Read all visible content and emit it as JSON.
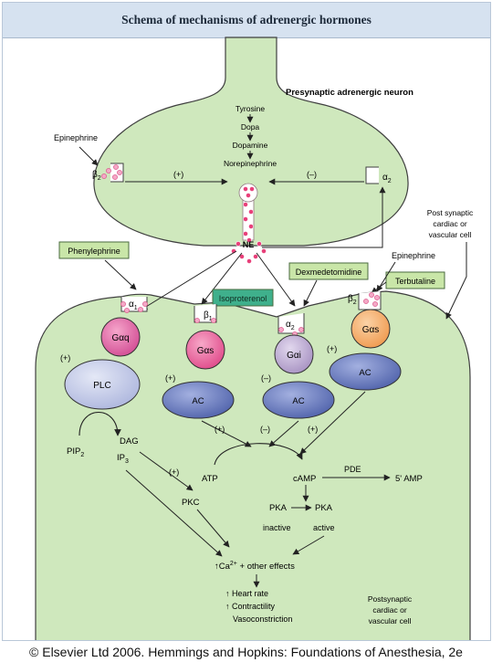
{
  "title": "Schema of mechanisms of adrenergic hormones",
  "footer": "© Elsevier Ltd 2006. Hemmings and Hopkins: Foundations of Anesthesia, 2e",
  "colors": {
    "cell_fill": "#cfe8bd",
    "cell_stroke": "#3f3f3f",
    "title_band": "#d6e2f0",
    "gaq": "#d45aa0",
    "gas": "#e8569a",
    "gai": "#b7a6c9",
    "gas_beta2": "#f4a45f",
    "ac": "#5b6fb8",
    "plc": "#c2c9e7",
    "vesicle_dot": "#e8407a",
    "drug_box_green": "#c9e6a8",
    "drug_box_teal": "#3fb08c"
  },
  "presynaptic": {
    "label": "Presynaptic adrenergic neuron",
    "pathway": [
      "Tyrosine",
      "Dopa",
      "Dopamine",
      "Norepinephrine"
    ],
    "epinephrine_left": "Epinephrine",
    "beta2_left": "β",
    "beta2_left_sub": "2",
    "plus": "(+)",
    "minus": "(–)",
    "alpha2_right": "α",
    "alpha2_right_sub": "2",
    "ne": "NE"
  },
  "drugs": {
    "phenylephrine": "Phenylephrine",
    "isoproterenol": "Isoproterenol",
    "dexmedetomidine": "Dexmedetomidine",
    "terbutaline": "Terbutaline"
  },
  "right_labels": {
    "post_synaptic": [
      "Post synaptic",
      "cardiac or",
      "vascular cell"
    ],
    "epinephrine": "Epinephrine"
  },
  "receptors": {
    "alpha1": "α",
    "alpha1_sub": "1",
    "beta1": "β",
    "beta1_sub": "1",
    "alpha2": "α",
    "alpha2_sub": "2",
    "beta2": "β",
    "beta2_sub": "2"
  },
  "proteins": {
    "gaq": "Gαq",
    "gas": "Gαs",
    "gai": "Gαi",
    "gas2": "Gαs",
    "plc": "PLC",
    "ac1": "AC",
    "ac2": "AC",
    "ac3": "AC"
  },
  "signs": {
    "plc_plus": "(+)",
    "ac1_plus": "(+)",
    "ac2_minus": "(–)",
    "gas2_plus": "(+)",
    "atp_plus1": "(+)",
    "atp_minus": "(–)",
    "atp_plus2": "(+)",
    "pkc_plus": "(+)"
  },
  "cascade": {
    "pip2": "PIP",
    "pip2_sub": "2",
    "dag": "DAG",
    "ip3": "IP",
    "ip3_sub": "3",
    "pkc": "PKC",
    "atp": "ATP",
    "camp": "cAMP",
    "pde": "PDE",
    "amp": "5' AMP",
    "pka1": "PKA",
    "pka2": "PKA",
    "inactive": "inactive",
    "active": "active",
    "ca": "Ca",
    "ca_sup": "2+",
    "ca_rest": " + other effects",
    "heart_rate": "Heart rate",
    "contractility": "Contractility",
    "vasoconstriction": "Vasoconstriction"
  },
  "postsynaptic_label": [
    "Postsynaptic",
    "cardiac or",
    "vascular cell"
  ]
}
